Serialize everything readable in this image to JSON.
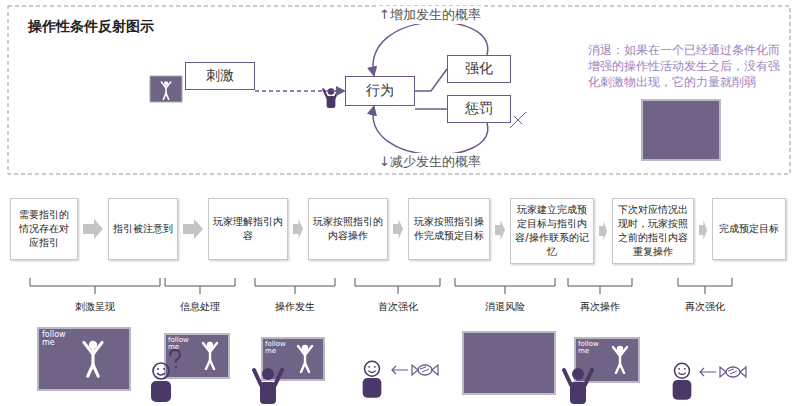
{
  "diagram": {
    "title": "操作性条件反射图示",
    "nodes": [
      {
        "text": [
          "刺激"
        ]
      },
      {
        "text": [
          "行为"
        ]
      },
      {
        "text": [
          "强化"
        ]
      },
      {
        "text": [
          "惩罚"
        ]
      },
      {
        "text": [
          "需要指引的情况存在对应指引"
        ]
      },
      {
        "text": [
          "指引被注意到"
        ]
      },
      {
        "text": [
          "玩家理解指引内容"
        ]
      },
      {
        "text": [
          "玩家按照指引的内容操作"
        ]
      },
      {
        "text": [
          "玩家按照指引操作完成预定目标"
        ]
      },
      {
        "text": [
          "玩家建立完成预定目标与指引内容/操作联系的记忆"
        ]
      },
      {
        "text": [
          "下次对应情况出现时，玩家按照之前的指引内容重复操作"
        ]
      },
      {
        "text": [
          "完成预定目标"
        ]
      }
    ],
    "edges": [
      {
        "from": 0,
        "to": 1,
        "arrow": "to"
      },
      {
        "from": 1,
        "to": 2,
        "arrow": "none"
      },
      {
        "from": 1,
        "to": 3,
        "arrow": "none"
      },
      {
        "from": 2,
        "to": 1,
        "label": "↑增加发生的概率",
        "arrow": "to"
      },
      {
        "from": 3,
        "to": 1,
        "label": "↓减少发生的概率",
        "arrow": "to"
      },
      {
        "from": 4,
        "to": 5,
        "arrow": "to"
      },
      {
        "from": 5,
        "to": 6,
        "arrow": "to"
      },
      {
        "from": 6,
        "to": 7,
        "arrow": "to"
      },
      {
        "from": 7,
        "to": 8,
        "arrow": "to"
      },
      {
        "from": 8,
        "to": 9,
        "arrow": "to"
      },
      {
        "from": 9,
        "to": 10,
        "arrow": "to"
      },
      {
        "from": 10,
        "to": 11,
        "arrow": "to"
      }
    ],
    "labels": [
      "消退：如果在一个已经通过条件化而增强的操作性活动发生之后，没有强化刺激物出现，它的力量就削弱",
      "刺激呈现",
      "信息处理",
      "操作发生",
      "首次强化",
      "消退风险",
      "再次操作",
      "再次强化",
      "follow me",
      "follow me",
      "follow me",
      "follow me"
    ]
  }
}
